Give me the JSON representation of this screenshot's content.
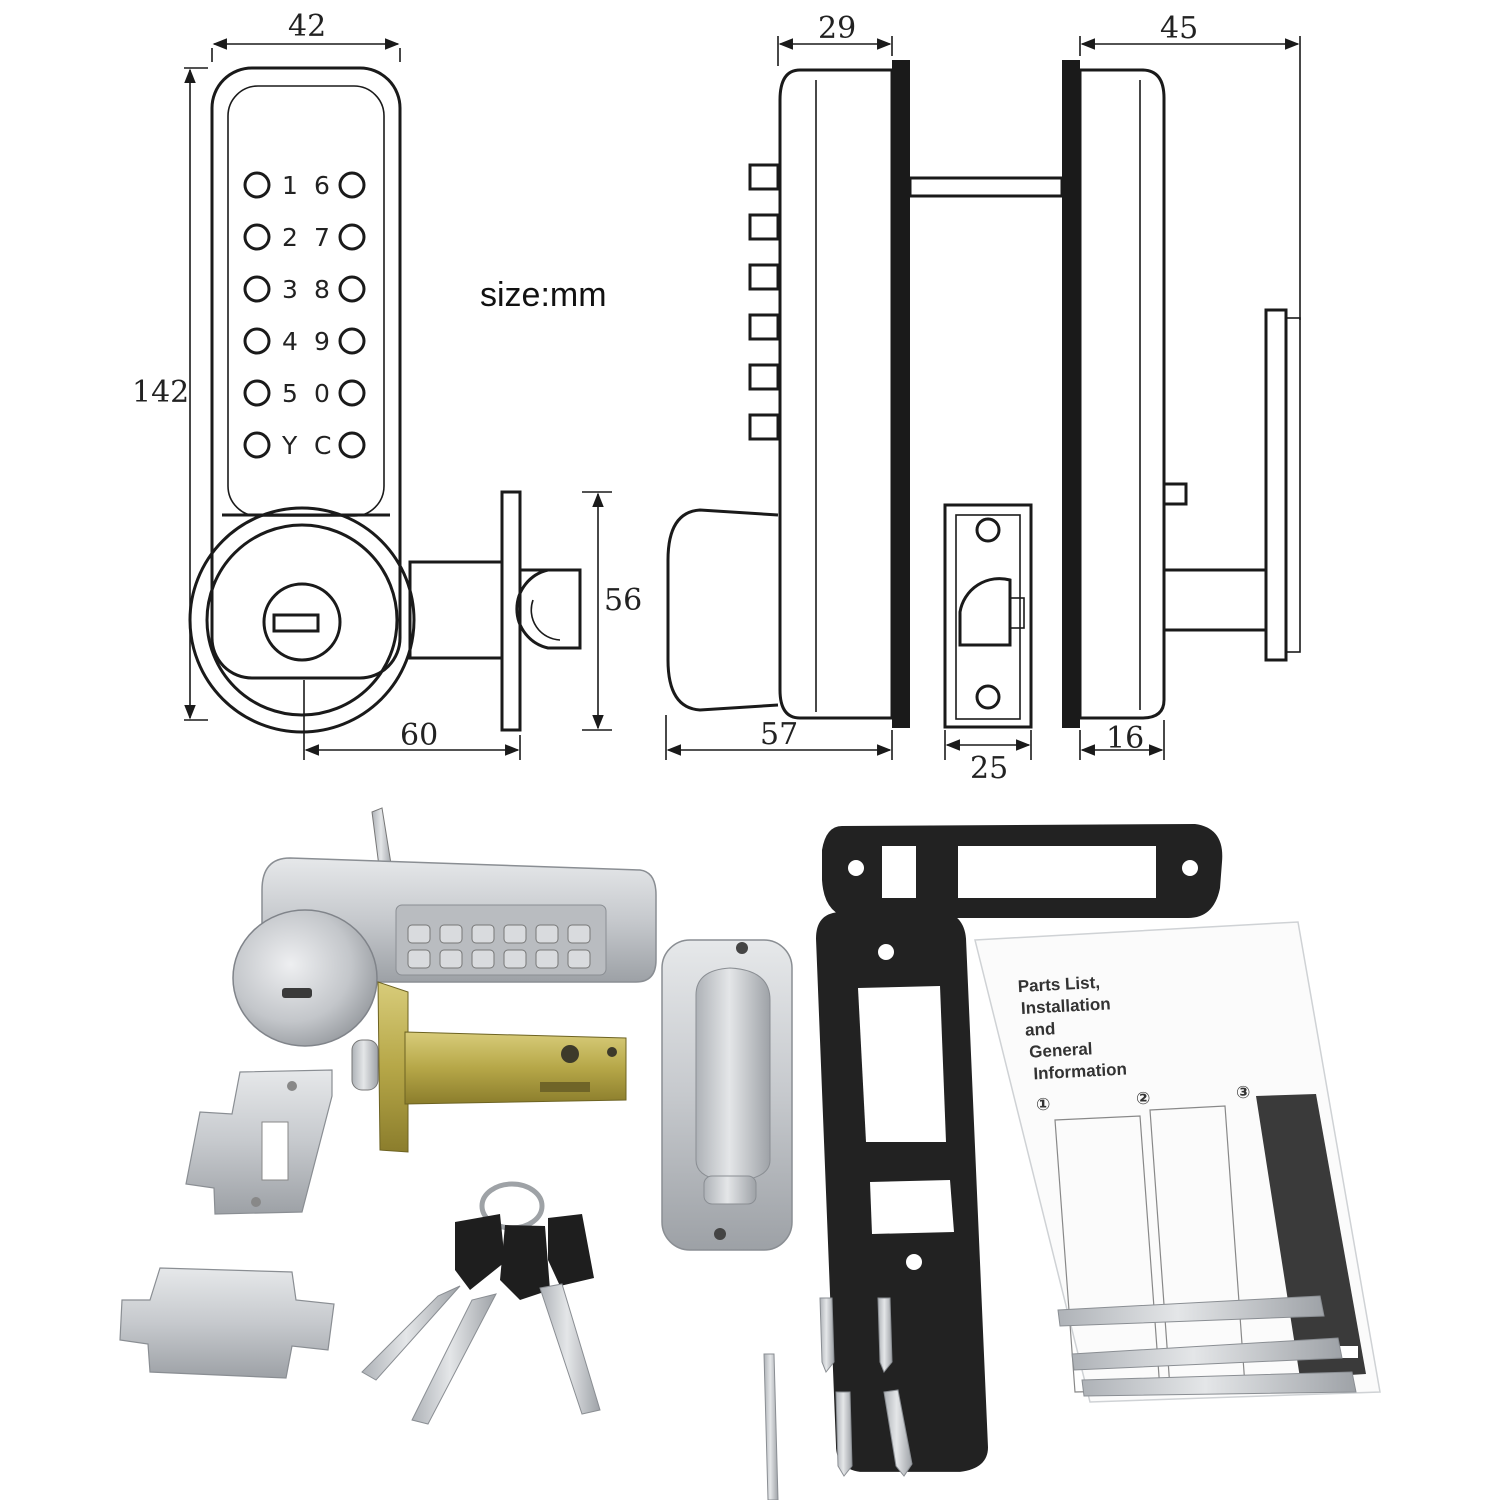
{
  "size_note": "size:mm",
  "dimensions": {
    "front_width": "42",
    "front_height": "142",
    "backset": "60",
    "latch_height": "56",
    "side_depth": "29",
    "knob_depth": "57",
    "strike_width": "25",
    "back_depth": "45",
    "back_plate": "16"
  },
  "keypad": {
    "left_labels": [
      "1",
      "2",
      "3",
      "4",
      "5",
      "Y"
    ],
    "right_labels": [
      "6",
      "7",
      "8",
      "9",
      "0",
      "C"
    ]
  },
  "manual": {
    "title_lines": [
      "Parts List,",
      "Installation",
      "and",
      "General",
      "Information"
    ],
    "steps": [
      "①",
      "②",
      "③"
    ]
  },
  "colors": {
    "line": "#1a1a1a",
    "metal": "#c9ccd0",
    "metal_dark": "#8e9297",
    "gasket": "#222222",
    "brass": "#b9a84a"
  }
}
